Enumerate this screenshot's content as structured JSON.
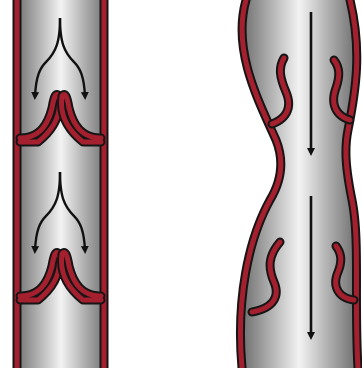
{
  "figure": {
    "panels": [
      {
        "id": "healthy-vein",
        "valves": 2,
        "valve_state": "closed"
      },
      {
        "id": "varicose-vein",
        "valves": 2,
        "valve_state": "incompetent"
      }
    ]
  },
  "colors": {
    "vein_wall": "#a5202e",
    "outline": "#151515",
    "lumen_dark": "#6e6e6e",
    "lumen_light": "#f2f2f2",
    "background": "#ffffff",
    "arrow": "#111111"
  },
  "icons": [
    "curved-arrow-left-icon",
    "curved-arrow-right-icon",
    "straight-arrow-down-icon"
  ]
}
